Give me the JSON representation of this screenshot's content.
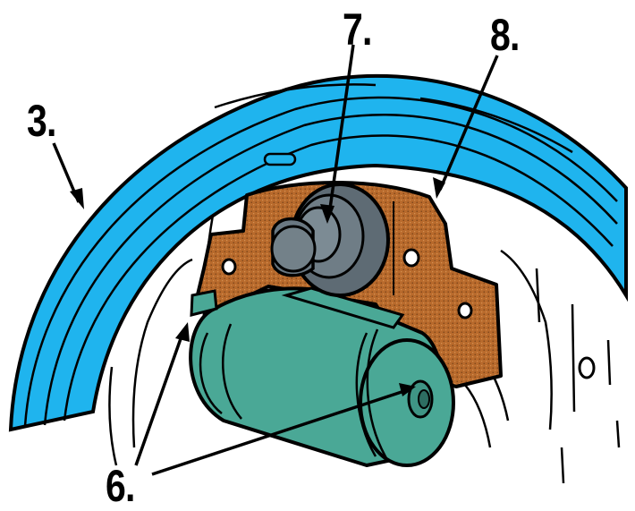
{
  "callouts": {
    "brake_shoe": "3.",
    "bleeder_screws": "6.",
    "dust_boot": "7.",
    "mounting_bracket": "8."
  },
  "colors": {
    "brake_shoe": "#1fb4ee",
    "mounting_bracket": "#b86a2c",
    "wheel_cylinder": "#4aa896",
    "dust_boot": "#5e6b74",
    "outline": "#000000",
    "background": "#ffffff"
  }
}
